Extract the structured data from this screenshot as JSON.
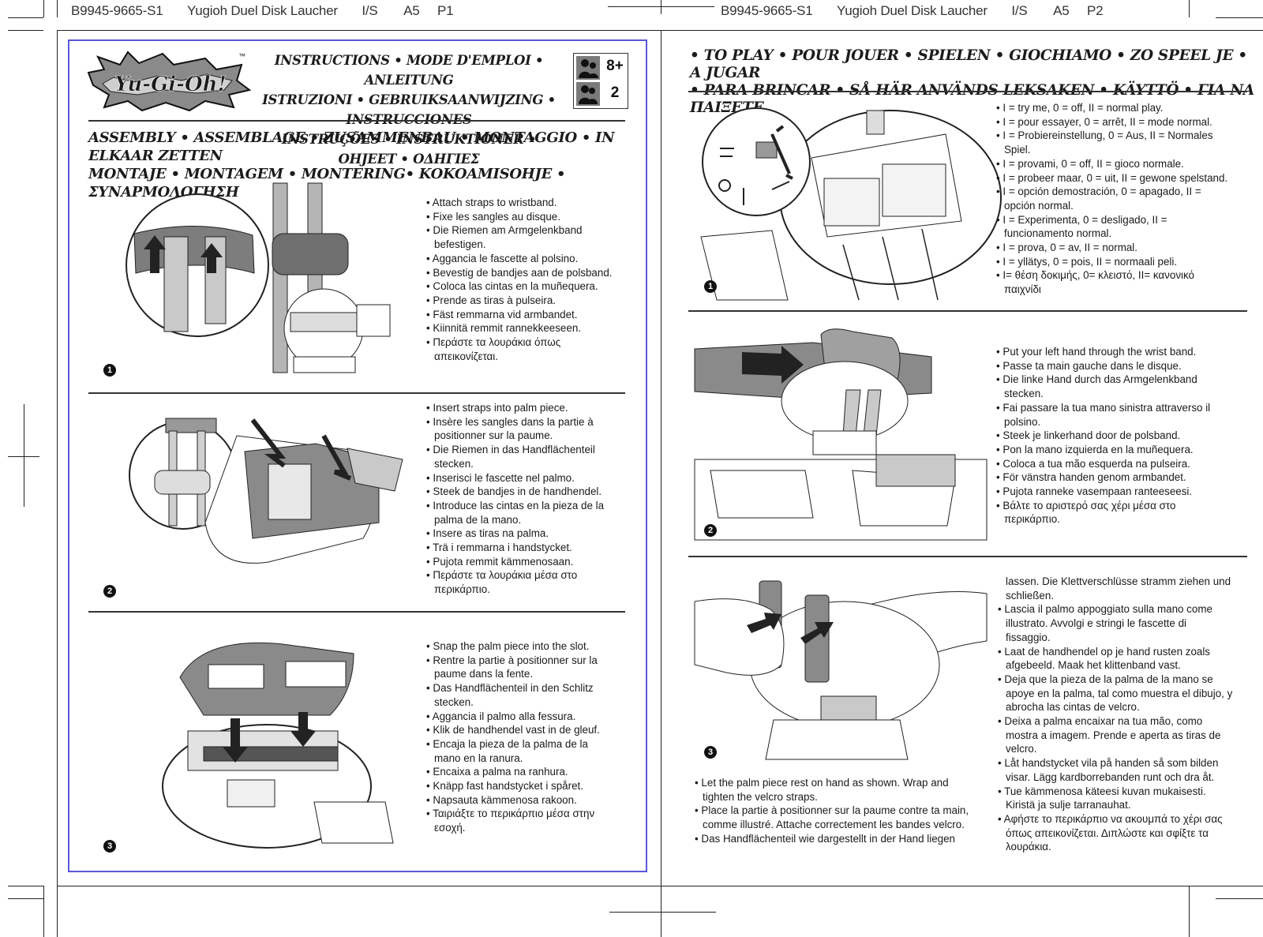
{
  "slug": {
    "left": {
      "code": "B9945-9665-S1",
      "title": "Yugioh Duel Disk Laucher",
      "type": "I/S",
      "size": "A5",
      "page": "P1"
    },
    "right": {
      "code": "B9945-9665-S1",
      "title": "Yugioh Duel Disk Laucher",
      "type": "I/S",
      "size": "A5",
      "page": "P2"
    }
  },
  "logo": {
    "text": "Yu-Gi-Oh!",
    "tm": "™"
  },
  "instructions_heading": [
    "INSTRUCTIONS • MODE D'EMPLOI • ANLEITUNG",
    "ISTRUZIONI • GEBRUIKSAANWIJZING • INSTRUCCIONES",
    "INSTRUÇÕES • INSTRUKTIONER • OHJEET • ΟΔΗΓΙΕΣ"
  ],
  "age_box": {
    "age": "8+",
    "players": "2"
  },
  "assembly_heading": [
    "ASSEMBLY • ASSEMBLAGE • ZUSAMMENBAU • MONTAGGIO • IN ELKAAR ZETTEN",
    "MONTAJE • MONTAGEM • MONTERING• KOKOAMISOHJE • ΣΥΝΑΡΜΟΛΟΓΗΣΗ"
  ],
  "to_play_heading": [
    "• TO PLAY • POUR JOUER • SPIELEN • GIOCHIAMO • ZO SPEEL JE • A JUGAR",
    "• PARA BRINCAR • SÅ HÄR ANVÄNDS LEKSAKEN • KÄYTTÖ • ΓΙΑ ΝΑ ΠΑΙΞΕΤΕ"
  ],
  "step_numbers": [
    "1",
    "2",
    "3"
  ],
  "assembly_steps": [
    {
      "lines": [
        {
          "t": "Attach straps to wristband.",
          "b": true
        },
        {
          "t": "Fixe les sangles au disque.",
          "b": true
        },
        {
          "t": "Die Riemen am Armgelenkband",
          "b": true
        },
        {
          "t": "befestigen.",
          "b": false
        },
        {
          "t": "Aggancia le fascette al polsino.",
          "b": true
        },
        {
          "t": "Bevestig de bandjes aan de polsband.",
          "b": true
        },
        {
          "t": "Coloca las cintas en la muñequera.",
          "b": true
        },
        {
          "t": "Prende as tiras à pulseira.",
          "b": true
        },
        {
          "t": "Fäst remmarna vid armbandet.",
          "b": true
        },
        {
          "t": "Kiinnitä remmit rannekkeeseen.",
          "b": true
        },
        {
          "t": "Περάστε τα λουράκια όπως",
          "b": true
        },
        {
          "t": "απεικονίζεται.",
          "b": false
        }
      ]
    },
    {
      "lines": [
        {
          "t": "Insert straps into palm piece.",
          "b": true
        },
        {
          "t": "Insère les sangles dans la partie à",
          "b": true
        },
        {
          "t": "positionner sur la paume.",
          "b": false
        },
        {
          "t": "Die Riemen in das Handflächenteil",
          "b": true
        },
        {
          "t": "stecken.",
          "b": false
        },
        {
          "t": "Inserisci le fascette nel palmo.",
          "b": true
        },
        {
          "t": "Steek de bandjes in de handhendel.",
          "b": true
        },
        {
          "t": "Introduce las cintas en la pieza de la",
          "b": true
        },
        {
          "t": "palma de la mano.",
          "b": false
        },
        {
          "t": "Insere as tiras na palma.",
          "b": true
        },
        {
          "t": "Trä i remmarna i handstycket.",
          "b": true
        },
        {
          "t": "Pujota remmit kämmenosaan.",
          "b": true
        },
        {
          "t": "Περάστε τα λουράκια μέσα στο",
          "b": true
        },
        {
          "t": "περικάρπιο.",
          "b": false
        }
      ]
    },
    {
      "lines": [
        {
          "t": "Snap the palm piece into the slot.",
          "b": true
        },
        {
          "t": "Rentre la partie à positionner sur la",
          "b": true
        },
        {
          "t": "paume dans la fente.",
          "b": false
        },
        {
          "t": "Das Handflächenteil in den Schlitz",
          "b": true
        },
        {
          "t": "stecken.",
          "b": false
        },
        {
          "t": "Aggancia il palmo alla fessura.",
          "b": true
        },
        {
          "t": "Klik de handhendel vast in de gleuf.",
          "b": true
        },
        {
          "t": "Encaja la pieza de la palma de la",
          "b": true
        },
        {
          "t": "mano en la ranura.",
          "b": false
        },
        {
          "t": "Encaixa a palma na ranhura.",
          "b": true
        },
        {
          "t": "Knäpp fast handstycket i spåret.",
          "b": true
        },
        {
          "t": "Napsauta kämmenosa rakoon.",
          "b": true
        },
        {
          "t": "Ταιριάξτε το περικάρπιο μέσα στην",
          "b": true
        },
        {
          "t": "εσοχή.",
          "b": false
        }
      ]
    }
  ],
  "play_steps": [
    {
      "lines": [
        {
          "t": "I = try me, 0 = off, II = normal play.",
          "b": true
        },
        {
          "t": "I = pour essayer, 0 = arrêt, II = mode normal.",
          "b": true
        },
        {
          "t": "I = Probiereinstellung, 0 = Aus, II = Normales",
          "b": true
        },
        {
          "t": "Spiel.",
          "b": false
        },
        {
          "t": "I = provami, 0 = off, II = gioco normale.",
          "b": true
        },
        {
          "t": "I = probeer maar, 0 = uit, II = gewone spelstand.",
          "b": true
        },
        {
          "t": "I = opción demostración, 0 = apagado, II =",
          "b": true
        },
        {
          "t": "opción normal.",
          "b": false
        },
        {
          "t": "I = Experimenta, 0 = desligado, II =",
          "b": true
        },
        {
          "t": "funcionamento normal.",
          "b": false
        },
        {
          "t": "I = prova, 0 = av, II = normal.",
          "b": true
        },
        {
          "t": "I = yllätys, 0 = pois, II = normaali peli.",
          "b": true
        },
        {
          "t": "I= θέση δοκιμής, 0= κλειστό, II= κανονικό",
          "b": true
        },
        {
          "t": "παιχνίδι",
          "b": false
        }
      ]
    },
    {
      "lines": [
        {
          "t": "Put your left hand through the wrist band.",
          "b": true
        },
        {
          "t": "Passe ta main gauche dans le disque.",
          "b": true
        },
        {
          "t": "Die linke Hand durch das Armgelenkband",
          "b": true
        },
        {
          "t": "stecken.",
          "b": false
        },
        {
          "t": "Fai passare la tua mano sinistra attraverso il",
          "b": true
        },
        {
          "t": "polsino.",
          "b": false
        },
        {
          "t": "Steek je linkerhand door de polsband.",
          "b": true
        },
        {
          "t": "Pon la mano izquierda en la muñequera.",
          "b": true
        },
        {
          "t": "Coloca a tua mão esquerda na pulseira.",
          "b": true
        },
        {
          "t": "För vänstra handen genom armbandet.",
          "b": true
        },
        {
          "t": "Pujota ranneke vasempaan ranteeseesi.",
          "b": true
        },
        {
          "t": "Βάλτε το αριστερό σας χέρι μέσα στο",
          "b": true
        },
        {
          "t": "περικάρπιο.",
          "b": false
        }
      ]
    },
    {
      "left_lines": [
        {
          "t": "Let the palm piece rest on hand as shown. Wrap and",
          "b": true
        },
        {
          "t": "tighten the velcro straps.",
          "b": false
        },
        {
          "t": "Place la partie à positionner sur la paume contre ta main,",
          "b": true
        },
        {
          "t": "comme illustré. Attache correctement les bandes velcro.",
          "b": false
        },
        {
          "t": "Das Handflächenteil wie dargestellt in der Hand liegen",
          "b": true
        }
      ],
      "right_lines": [
        {
          "t": "lassen. Die Klettverschlüsse stramm ziehen und",
          "b": false
        },
        {
          "t": "schließen.",
          "b": false
        },
        {
          "t": "Lascia il palmo appoggiato sulla mano come",
          "b": true
        },
        {
          "t": "illustrato. Avvolgi e stringi le fascette di",
          "b": false
        },
        {
          "t": "fissaggio.",
          "b": false
        },
        {
          "t": "Laat de handhendel op je hand rusten zoals",
          "b": true
        },
        {
          "t": "afgebeeld. Maak het klittenband vast.",
          "b": false
        },
        {
          "t": "Deja que la pieza de la palma de la mano se",
          "b": true
        },
        {
          "t": "apoye en la palma, tal como muestra el dibujo, y",
          "b": false
        },
        {
          "t": "abrocha las cintas de velcro.",
          "b": false
        },
        {
          "t": "Deixa a palma encaixar na tua mão, como",
          "b": true
        },
        {
          "t": "mostra a imagem. Prende e aperta as tiras de",
          "b": false
        },
        {
          "t": "velcro.",
          "b": false
        },
        {
          "t": "Låt handstycket vila på handen så som bilden",
          "b": true
        },
        {
          "t": "visar. Lägg kardborrebanden runt och dra åt.",
          "b": false
        },
        {
          "t": "Tue kämmenosa käteesi kuvan mukaisesti.",
          "b": true
        },
        {
          "t": "Kiristä ja sulje tarranauhat.",
          "b": false
        },
        {
          "t": "Αφήστε το περικάρπιο να ακουμπά το χέρι σας",
          "b": true
        },
        {
          "t": "όπως απεικονίζεται. Διπλώστε και σφίξτε τα",
          "b": false
        },
        {
          "t": "λουράκια.",
          "b": false
        }
      ]
    }
  ]
}
